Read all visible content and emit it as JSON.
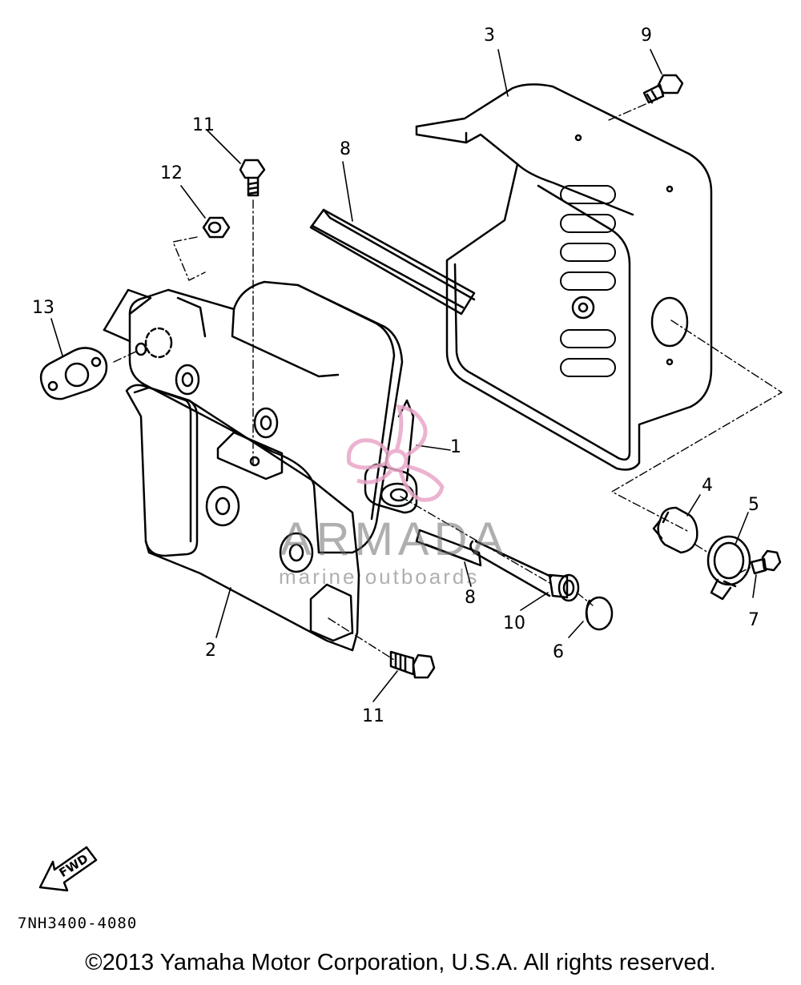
{
  "callouts": {
    "n1": "1",
    "n2": "2",
    "n3": "3",
    "n4": "4",
    "n5": "5",
    "n6": "6",
    "n7": "7",
    "n8a": "8",
    "n8b": "8",
    "n9": "9",
    "n10": "10",
    "n11a": "11",
    "n11b": "11",
    "n12": "12",
    "n13": "13"
  },
  "fwd_label": "FWD",
  "diagram_code": "7NH3400-4080",
  "watermark": {
    "title": "ARMADA",
    "subtitle": "marine outboards",
    "color": "#e9a6c8"
  },
  "copyright": "©2013 Yamaha Motor Corporation, U.S.A. All rights reserved."
}
